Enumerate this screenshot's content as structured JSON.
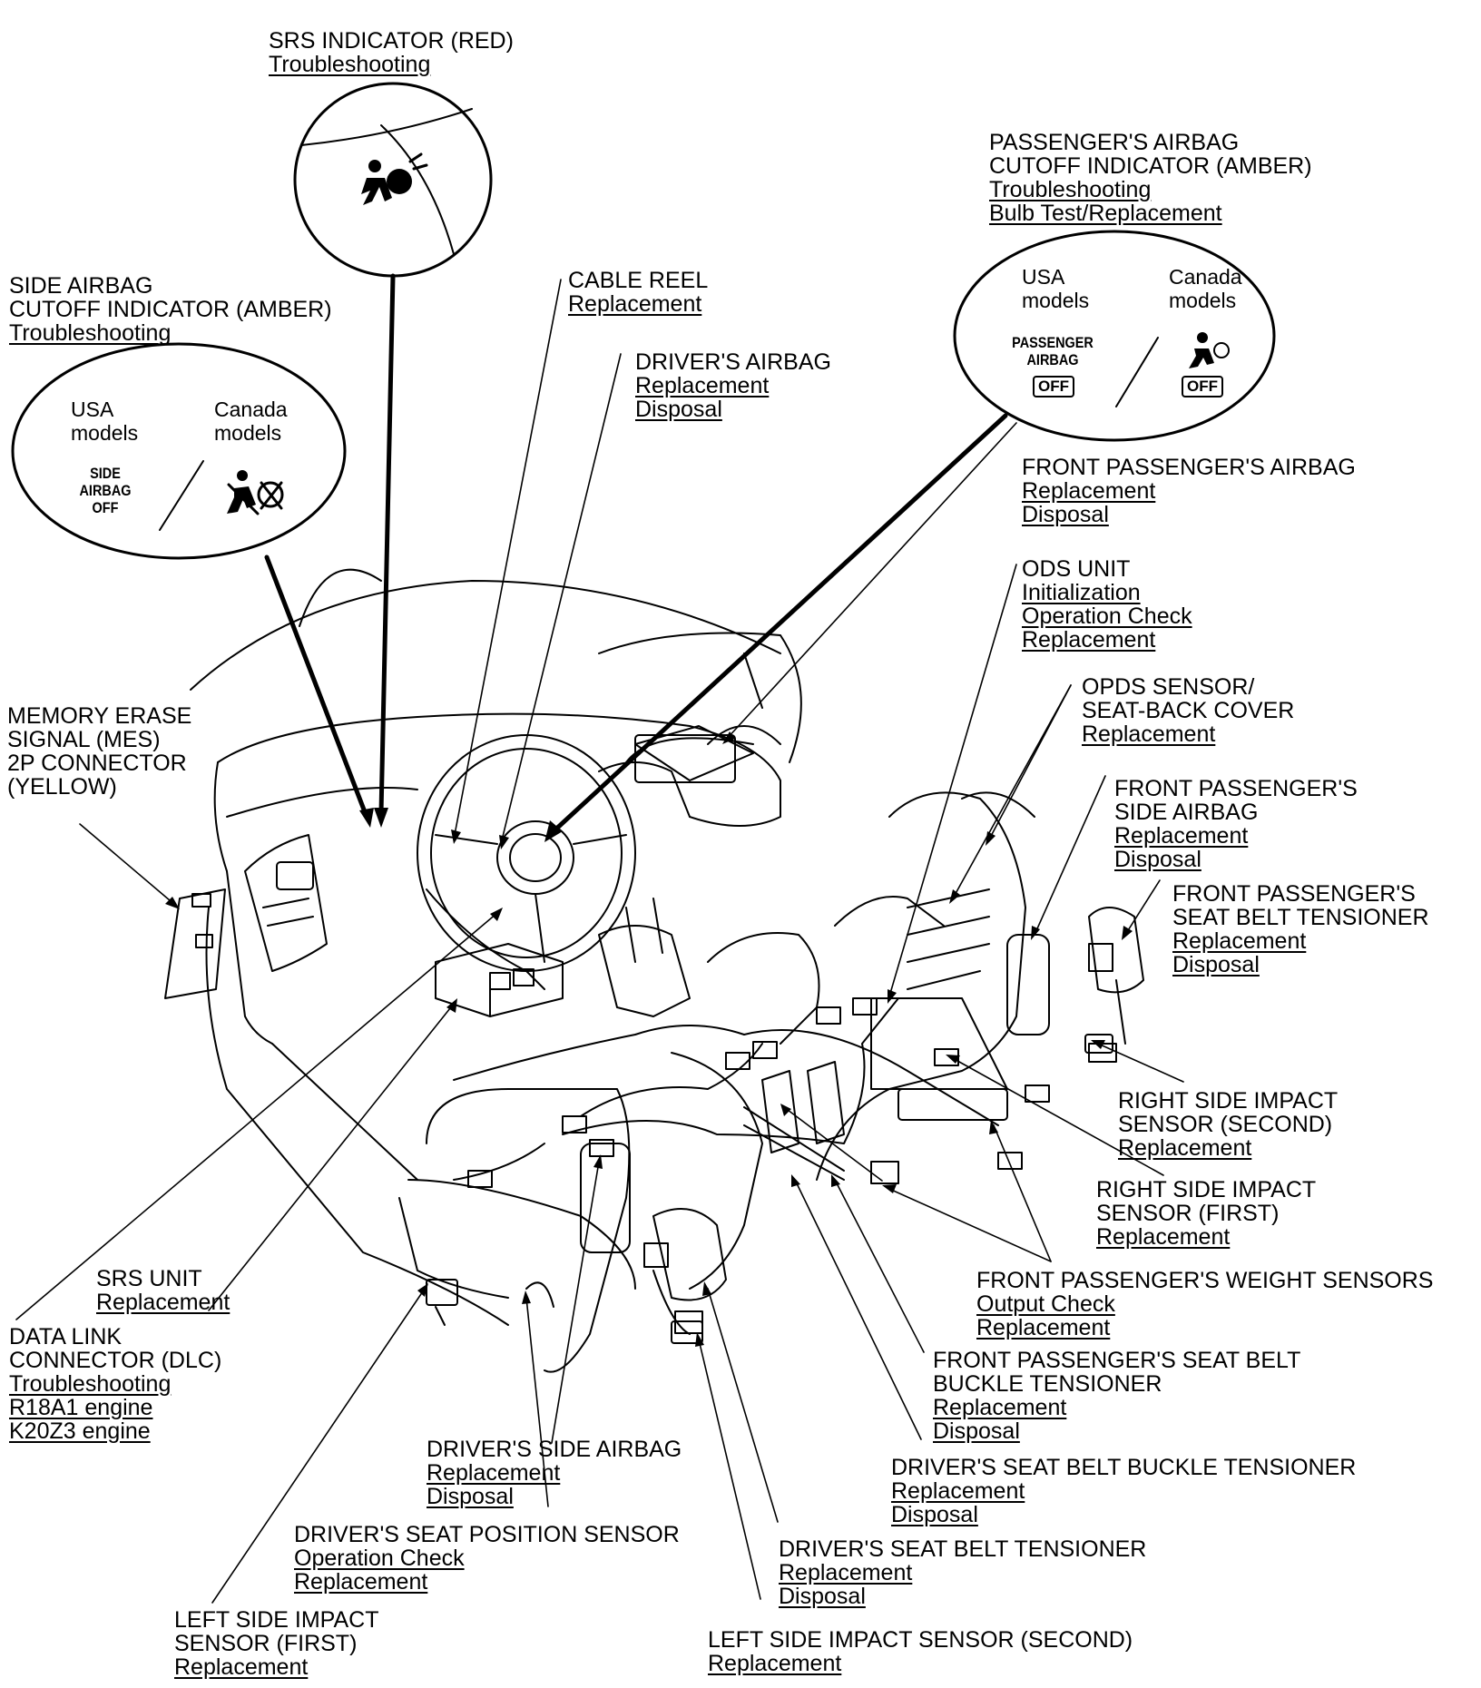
{
  "callouts": {
    "srs_indicator": {
      "title": [
        "SRS INDICATOR (RED)"
      ],
      "links": [
        "Troubleshooting"
      ]
    },
    "side_airbag_cutoff": {
      "title": [
        "SIDE AIRBAG",
        "CUTOFF INDICATOR (AMBER)"
      ],
      "links": [
        "Troubleshooting"
      ]
    },
    "passenger_airbag_cutoff": {
      "title": [
        "PASSENGER'S AIRBAG",
        "CUTOFF INDICATOR (AMBER)"
      ],
      "links": [
        "Troubleshooting",
        "Bulb Test/Replacement"
      ]
    },
    "cable_reel": {
      "title": [
        "CABLE REEL"
      ],
      "links": [
        "Replacement"
      ]
    },
    "drivers_airbag": {
      "title": [
        "DRIVER'S AIRBAG"
      ],
      "links": [
        "Replacement",
        "Disposal"
      ]
    },
    "front_passenger_airbag": {
      "title": [
        "FRONT PASSENGER'S AIRBAG"
      ],
      "links": [
        "Replacement",
        "Disposal"
      ]
    },
    "ods_unit": {
      "title": [
        "ODS UNIT"
      ],
      "links": [
        "Initialization",
        "Operation Check",
        "Replacement"
      ]
    },
    "opds_sensor": {
      "title": [
        "OPDS SENSOR/",
        "SEAT-BACK COVER"
      ],
      "links": [
        "Replacement"
      ]
    },
    "front_passenger_side_airbag": {
      "title": [
        "FRONT PASSENGER'S",
        "SIDE AIRBAG"
      ],
      "links": [
        "Replacement",
        "Disposal"
      ]
    },
    "front_passenger_seat_belt_tensioner": {
      "title": [
        "FRONT PASSENGER'S",
        "SEAT BELT TENSIONER"
      ],
      "links": [
        "Replacement",
        "Disposal"
      ]
    },
    "mes_connector": {
      "title": [
        "MEMORY ERASE",
        "SIGNAL (MES)",
        "2P CONNECTOR",
        "(YELLOW)"
      ],
      "links": []
    },
    "right_side_impact_second": {
      "title": [
        "RIGHT SIDE IMPACT",
        "SENSOR (SECOND)"
      ],
      "links": [
        "Replacement"
      ]
    },
    "right_side_impact_first": {
      "title": [
        "RIGHT SIDE IMPACT",
        "SENSOR (FIRST)"
      ],
      "links": [
        "Replacement"
      ]
    },
    "front_passenger_weight_sensors": {
      "title": [
        "FRONT PASSENGER'S WEIGHT SENSORS"
      ],
      "links": [
        "Output Check",
        "Replacement"
      ]
    },
    "front_passenger_buckle_tensioner": {
      "title": [
        "FRONT PASSENGER'S SEAT BELT",
        "BUCKLE TENSIONER"
      ],
      "links": [
        "Replacement",
        "Disposal"
      ]
    },
    "srs_unit": {
      "title": [
        "SRS UNIT"
      ],
      "links": [
        "Replacement"
      ]
    },
    "dlc": {
      "title": [
        "DATA LINK",
        "CONNECTOR (DLC)"
      ],
      "links": [
        "Troubleshooting",
        "R18A1 engine",
        "K20Z3 engine"
      ]
    },
    "driver_side_airbag": {
      "title": [
        "DRIVER'S SIDE AIRBAG"
      ],
      "links": [
        "Replacement",
        "Disposal"
      ]
    },
    "driver_buckle_tensioner": {
      "title": [
        "DRIVER'S SEAT BELT BUCKLE TENSIONER"
      ],
      "links": [
        "Replacement",
        "Disposal"
      ]
    },
    "driver_seat_position_sensor": {
      "title": [
        "DRIVER'S SEAT POSITION SENSOR"
      ],
      "links": [
        "Operation Check",
        "Replacement"
      ]
    },
    "driver_seat_belt_tensioner": {
      "title": [
        "DRIVER'S SEAT BELT TENSIONER"
      ],
      "links": [
        "Replacement",
        "Disposal"
      ]
    },
    "left_side_impact_first": {
      "title": [
        "LEFT SIDE IMPACT",
        "SENSOR (FIRST)"
      ],
      "links": [
        "Replacement"
      ]
    },
    "left_side_impact_second": {
      "title": [
        "LEFT SIDE IMPACT SENSOR (SECOND)"
      ],
      "links": [
        "Replacement"
      ]
    }
  },
  "insets": {
    "side_airbag": {
      "usa": [
        "USA",
        "models"
      ],
      "canada": [
        "Canada",
        "models"
      ],
      "usa_label": [
        "SIDE",
        "AIRBAG",
        "OFF"
      ]
    },
    "passenger_airbag": {
      "usa": [
        "USA",
        "models"
      ],
      "canada": [
        "Canada",
        "models"
      ],
      "usa_label": [
        "PASSENGER",
        "AIRBAG"
      ],
      "off_label": "OFF",
      "canada_off_label": "OFF"
    }
  },
  "icons": [
    "airbag-warning-icon",
    "seatbelt-airbag-off-icon",
    "passenger-airbag-off-icon"
  ],
  "colors": {
    "ink": "#000000",
    "background": "#ffffff"
  }
}
